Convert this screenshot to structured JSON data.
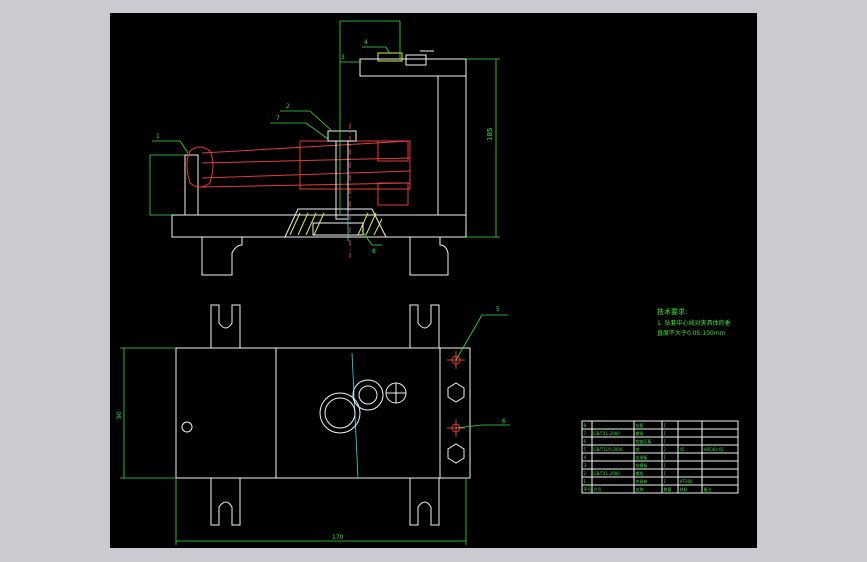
{
  "drawing": {
    "background": "#000000",
    "frame_color": "#c9cbd1",
    "colors": {
      "outline": "#f2f2f2",
      "dimension": "#39e23b",
      "center_line": "#e33a3a",
      "hidden": "#e7e74a",
      "section": "#37d6ee"
    },
    "dimensions": {
      "height": "185",
      "width": "170",
      "depth": "90"
    },
    "balloons": [
      "1",
      "2",
      "3",
      "4",
      "5",
      "6",
      "7",
      "8"
    ],
    "technical_requirements": {
      "title": "技术要求:",
      "line1": "1. 钻套中心线对夹具体的垂",
      "line2": "直度不大于0.05:100mm"
    },
    "bom": {
      "rows": [
        [
          "8",
          "",
          "钻套",
          "1",
          "",
          ""
        ],
        [
          "7",
          "GB/T41-2000",
          "螺母",
          "1",
          "",
          ""
        ],
        [
          "6",
          "",
          "铰链压板",
          "1",
          "",
          ""
        ],
        [
          "5",
          "GB/T119-2000",
          "销",
          "2",
          "45",
          "HRC40-45"
        ],
        [
          "4",
          "",
          "支承板",
          "1",
          "",
          ""
        ],
        [
          "3",
          "",
          "钻模板",
          "1",
          "",
          ""
        ],
        [
          "2",
          "GB/T41-2000",
          "螺栓",
          "1",
          "",
          ""
        ],
        [
          "1",
          "",
          "夹具体",
          "1",
          "HT200",
          ""
        ]
      ],
      "header": [
        "序号",
        "代号",
        "名称",
        "数量",
        "材料",
        "备注"
      ]
    }
  }
}
